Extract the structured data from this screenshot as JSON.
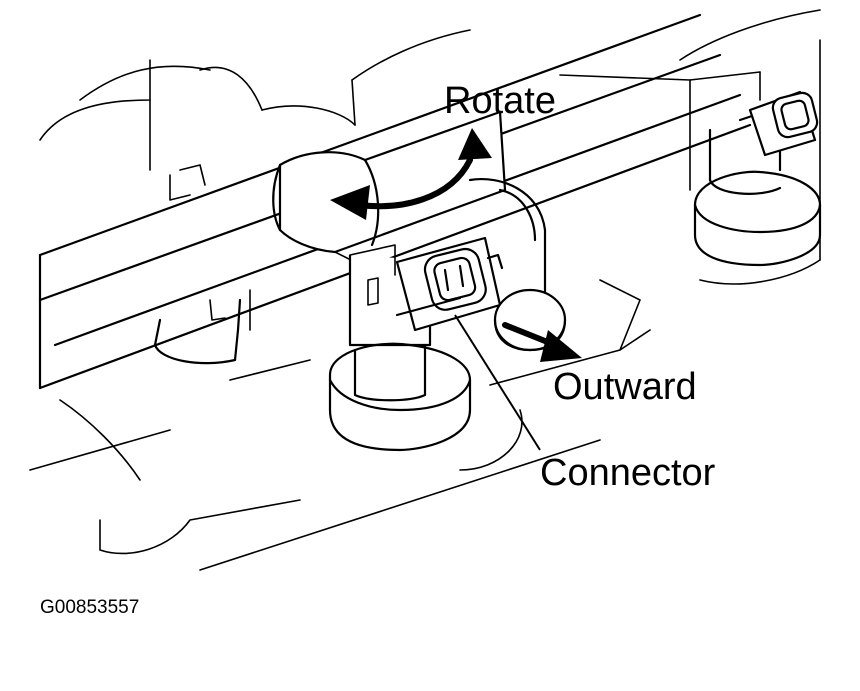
{
  "labels": {
    "rotate": "Rotate",
    "outward": "Outward",
    "connector": "Connector"
  },
  "figure_id": "G00853557",
  "colors": {
    "line": "#000000",
    "background": "#ffffff"
  }
}
